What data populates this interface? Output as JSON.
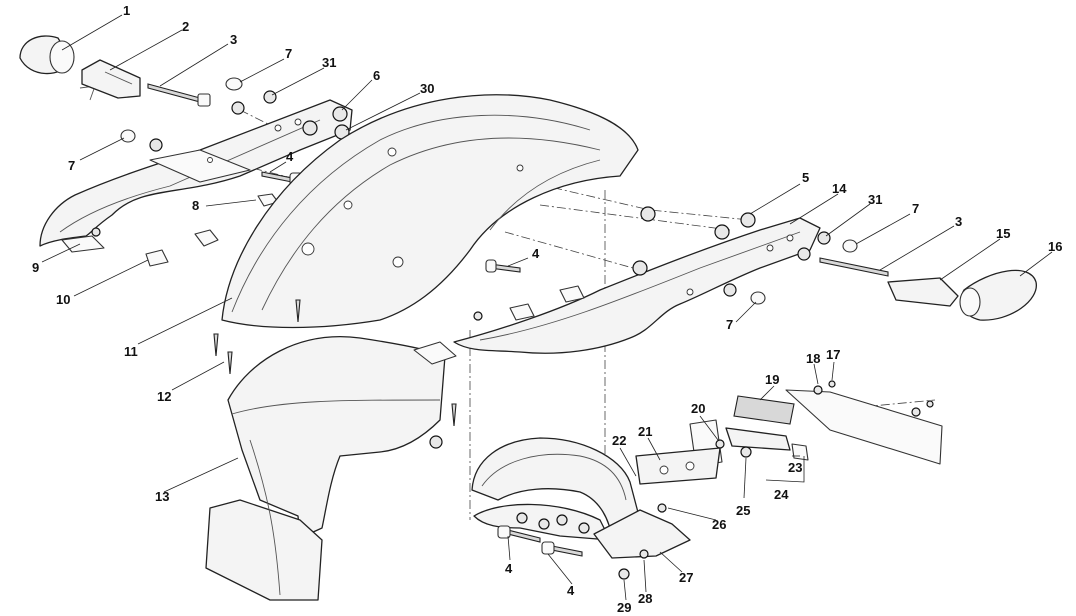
{
  "callouts": [
    {
      "id": "c1",
      "text": "1"
    },
    {
      "id": "c2",
      "text": "2"
    },
    {
      "id": "c3a",
      "text": "3"
    },
    {
      "id": "c7a",
      "text": "7"
    },
    {
      "id": "c31a",
      "text": "31"
    },
    {
      "id": "c6",
      "text": "6"
    },
    {
      "id": "c30",
      "text": "30"
    },
    {
      "id": "c7b",
      "text": "7"
    },
    {
      "id": "c4a",
      "text": "4"
    },
    {
      "id": "c8",
      "text": "8"
    },
    {
      "id": "c9",
      "text": "9"
    },
    {
      "id": "c10",
      "text": "10"
    },
    {
      "id": "c11",
      "text": "11"
    },
    {
      "id": "c12",
      "text": "12"
    },
    {
      "id": "c13",
      "text": "13"
    },
    {
      "id": "c4b",
      "text": "4"
    },
    {
      "id": "c5",
      "text": "5"
    },
    {
      "id": "c14",
      "text": "14"
    },
    {
      "id": "c31b",
      "text": "31"
    },
    {
      "id": "c7c",
      "text": "7"
    },
    {
      "id": "c3b",
      "text": "3"
    },
    {
      "id": "c15",
      "text": "15"
    },
    {
      "id": "c16",
      "text": "16"
    },
    {
      "id": "c7d",
      "text": "7"
    },
    {
      "id": "c18",
      "text": "18"
    },
    {
      "id": "c17",
      "text": "17"
    },
    {
      "id": "c19",
      "text": "19"
    },
    {
      "id": "c20",
      "text": "20"
    },
    {
      "id": "c21",
      "text": "21"
    },
    {
      "id": "c22",
      "text": "22"
    },
    {
      "id": "c23",
      "text": "23"
    },
    {
      "id": "c24",
      "text": "24"
    },
    {
      "id": "c25",
      "text": "25"
    },
    {
      "id": "c26",
      "text": "26"
    },
    {
      "id": "c27",
      "text": "27"
    },
    {
      "id": "c4c",
      "text": "4"
    },
    {
      "id": "c4d",
      "text": "4"
    },
    {
      "id": "c28",
      "text": "28"
    },
    {
      "id": "c29",
      "text": "29"
    }
  ]
}
